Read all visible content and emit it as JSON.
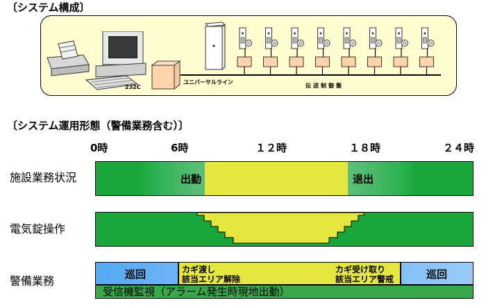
{
  "system_title": "〔システム構成〕",
  "system": {
    "port_label": "232C",
    "line_label": "ユニバーサルライン",
    "controller_label": "伝送制御盤",
    "door_count": 8
  },
  "operation_title": "〔システム運用形態（警備業務含む）〕",
  "timeline": {
    "times": [
      "0時",
      "6時",
      "１２時",
      "１８時",
      "２４時"
    ],
    "rows": [
      {
        "label": "施設業務状況",
        "events": {
          "start": "出勤",
          "end": "退出"
        }
      },
      {
        "label": "電気錠操作"
      },
      {
        "label": "警備業務",
        "segments": [
          {
            "text": "巡回"
          },
          {
            "text": "カギ渡し\n該当エリア解除"
          },
          {
            "text": "カギ受け取り\n該当エリア警戒"
          },
          {
            "text": "巡回"
          }
        ],
        "monitor": "受信機監視（アラーム発生時現地出動）"
      }
    ]
  },
  "colors": {
    "panel": "#fffdd0",
    "green": "#1aa63a",
    "yellow": "#e6e640",
    "blue_start": "#55a8f2",
    "blue_end": "#84c0f7"
  }
}
